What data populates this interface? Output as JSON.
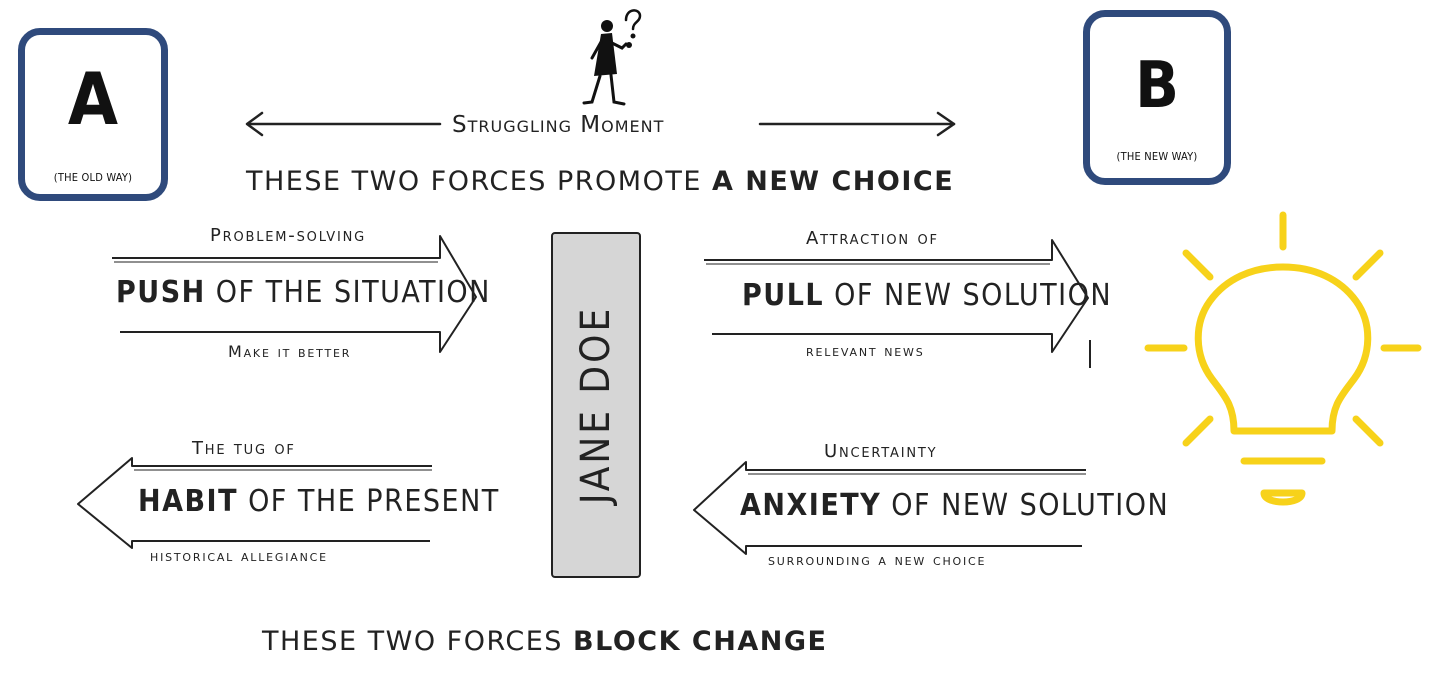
{
  "box_a": {
    "letter": "A",
    "subtitle": "(THE OLD WAY)"
  },
  "box_b": {
    "letter": "B",
    "subtitle": "(THE NEW WAY)"
  },
  "struggling_label": "Struggling Moment",
  "promote_headline": {
    "prefix": "THESE TWO FORCES PROMOTE ",
    "emphasis": "A NEW CHOICE"
  },
  "block_headline": {
    "prefix": "THESE TWO FORCES ",
    "emphasis": "BLOCK CHANGE"
  },
  "person_label": "JANE DOE",
  "forces": {
    "push": {
      "top": "Problem-solving",
      "keyword": "PUSH",
      "rest": " OF THE  SITUATION",
      "bottom": "Make it better"
    },
    "pull": {
      "top": "Attraction of",
      "keyword": "PULL",
      "rest": " OF NEW SOLUTION",
      "bottom": "relevant news"
    },
    "habit": {
      "top": "The tug of",
      "keyword": "HABIT",
      "rest": " OF THE PRESENT",
      "bottom": "historical allegiance"
    },
    "anxiety": {
      "top": "Uncertainty",
      "keyword": "ANXIETY",
      "rest": " OF NEW SOLUTION",
      "bottom": "surrounding a new choice"
    }
  },
  "colors": {
    "box_border": "#2f4a7c",
    "bulb": "#f7d21a",
    "ink": "#222222",
    "bar_fill": "#d6d6d6"
  },
  "icons": {
    "thinker": "thinking-person-icon",
    "bulb": "lightbulb-icon"
  }
}
